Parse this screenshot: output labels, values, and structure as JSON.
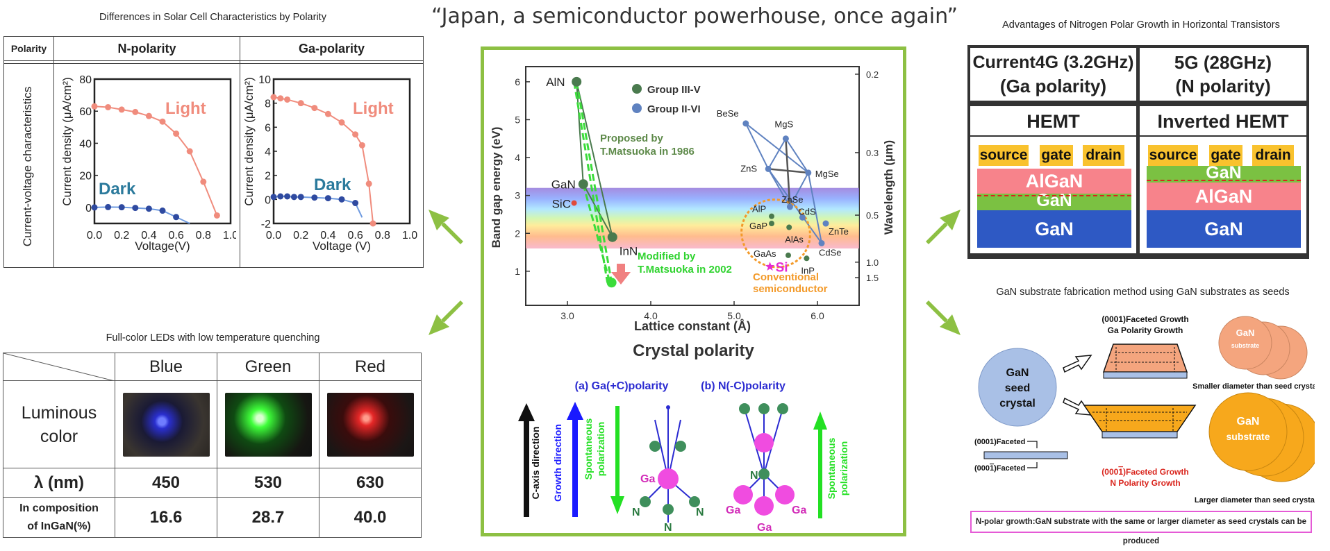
{
  "main_title": "“Japan, a semiconductor powerhouse, once again”",
  "solar": {
    "title": "Differences in Solar Cell Characteristics by Polarity",
    "polarity_header": "Polarity",
    "n_header": "N-polarity",
    "ga_header": "Ga-polarity",
    "row_label": "Current-voltage characteristics",
    "n_chart": {
      "type": "line",
      "ylabel": "Current density (μA/cm²)",
      "xlabel": "Voltage(V)",
      "xlim": [
        0.0,
        1.0
      ],
      "ylim": [
        -10,
        80
      ],
      "x_ticks": [
        "0.0",
        "0.2",
        "0.4",
        "0.6",
        "0.8",
        "1.0"
      ],
      "y_ticks": [
        "0",
        "20",
        "40",
        "60",
        "80"
      ],
      "series": [
        {
          "name": "Light",
          "color": "#f08c7d",
          "x": [
            0,
            0.1,
            0.2,
            0.3,
            0.4,
            0.5,
            0.6,
            0.7,
            0.8,
            0.9
          ],
          "y": [
            63,
            62.5,
            61,
            59.5,
            57,
            53.5,
            46,
            35,
            16,
            -5
          ]
        },
        {
          "name": "Dark",
          "color": "#2f4aa0",
          "x": [
            0,
            0.1,
            0.2,
            0.3,
            0.4,
            0.5,
            0.6,
            0.7
          ],
          "y": [
            0,
            0.2,
            0.1,
            -0.3,
            -0.8,
            -2,
            -6,
            -14
          ]
        }
      ]
    },
    "ga_chart": {
      "type": "line",
      "ylabel": "Current density (μA/cm²)",
      "xlabel": "Voltage (V)",
      "xlim": [
        0.0,
        1.0
      ],
      "ylim": [
        -2,
        10
      ],
      "x_ticks": [
        "0.0",
        "0.2",
        "0.4",
        "0.6",
        "0.8",
        "1.0"
      ],
      "y_ticks": [
        "-2",
        "0",
        "2",
        "4",
        "6",
        "8",
        "10"
      ],
      "series": [
        {
          "name": "Light",
          "color": "#f08c7d",
          "x": [
            0,
            0.05,
            0.1,
            0.2,
            0.3,
            0.4,
            0.5,
            0.6,
            0.65,
            0.7,
            0.73
          ],
          "y": [
            8.5,
            8.4,
            8.3,
            8.0,
            7.6,
            7.1,
            6.4,
            5.4,
            4.5,
            1.3,
            -2
          ]
        },
        {
          "name": "Dark",
          "color": "#2f4aa0",
          "x": [
            0,
            0.05,
            0.1,
            0.15,
            0.2,
            0.3,
            0.4,
            0.5,
            0.6,
            0.65
          ],
          "y": [
            0.2,
            0.25,
            0.25,
            0.2,
            0.2,
            0.15,
            0.1,
            0,
            -0.3,
            -1.5
          ]
        }
      ]
    }
  },
  "led": {
    "title": "Full-color LEDs with low temperature quenching",
    "headers": [
      "Blue",
      "Green",
      "Red"
    ],
    "row_luminous": "Luminous color",
    "row_lambda": "λ (nm)",
    "lambda_values": [
      "450",
      "530",
      "630"
    ],
    "row_composition_1": "In composition",
    "row_composition_2": "of InGaN(%)",
    "composition_values": [
      "16.6",
      "28.7",
      "40.0"
    ],
    "photo_colors": [
      "#3b4bff",
      "#3fff3a",
      "#ff3030"
    ]
  },
  "bandgap": {
    "type": "scatter",
    "ylabel": "Band gap energy  (eV)",
    "xlabel": "Lattice constant (Å)",
    "y2label": "Wavelength    (μm)",
    "xlim": [
      2.5,
      6.5
    ],
    "ylim": [
      0.1,
      6.4
    ],
    "x_ticks": [
      "3.0",
      "4.0",
      "5.0",
      "6.0"
    ],
    "y_ticks": [
      "1",
      "2",
      "3",
      "4",
      "5",
      "6"
    ],
    "y2_ticks": [
      {
        "label": "0.2",
        "at": 6.2
      },
      {
        "label": "0.3",
        "at": 4.13
      },
      {
        "label": "0.5",
        "at": 2.48
      },
      {
        "label": "1.0",
        "at": 1.24
      },
      {
        "label": "1.5",
        "at": 0.83
      }
    ],
    "legend": [
      "Group III-V",
      "Group II-VI"
    ],
    "group3_color": "#4a7a4e",
    "group2_color": "#5f82c0",
    "points_iii_v": [
      {
        "label": "AlN",
        "x": 3.11,
        "y": 6.0
      },
      {
        "label": "GaN",
        "x": 3.19,
        "y": 3.3
      },
      {
        "label": "InN",
        "x": 3.54,
        "y": 1.9
      },
      {
        "label": "AlP",
        "x": 5.45,
        "y": 2.45
      },
      {
        "label": "GaP",
        "x": 5.45,
        "y": 2.26
      },
      {
        "label": "AlAs",
        "x": 5.66,
        "y": 2.16
      },
      {
        "label": "GaAs",
        "x": 5.65,
        "y": 1.42
      },
      {
        "label": "InP",
        "x": 5.87,
        "y": 1.34
      }
    ],
    "points_ii_vi": [
      {
        "label": "BeSe",
        "x": 5.14,
        "y": 4.9
      },
      {
        "label": "MgS",
        "x": 5.62,
        "y": 4.5
      },
      {
        "label": "ZnS",
        "x": 5.41,
        "y": 3.7
      },
      {
        "label": "MgSe",
        "x": 5.89,
        "y": 3.6
      },
      {
        "label": "ZnSe",
        "x": 5.67,
        "y": 2.7
      },
      {
        "label": "CdS",
        "x": 5.82,
        "y": 2.42
      },
      {
        "label": "ZnTe",
        "x": 6.1,
        "y": 2.26
      },
      {
        "label": "CdSe",
        "x": 6.05,
        "y": 1.74
      }
    ],
    "sic": {
      "label": "SiC",
      "x": 3.08,
      "y": 2.8
    },
    "si": {
      "label": "Si",
      "x": 5.43,
      "y": 1.12
    },
    "proposed_text_1": "Proposed by",
    "proposed_text_2": "T.Matsuoka in 1986",
    "modified_text_1": "Modified by",
    "modified_text_2": "T.Matsuoka in 2002",
    "conventional_text_1": "Conventional",
    "conventional_text_2": "semiconductor"
  },
  "crystal": {
    "title": "Crystal polarity",
    "ga_label": "(a) Ga(+C)polarity",
    "n_label": "(b) N(-C)polarity",
    "c_axis": "C-axis direction",
    "growth": "Growth direction",
    "spont_1": "Spontaneous",
    "spont_2": "polarization",
    "atom_ga": "Ga",
    "atom_n": "N"
  },
  "transistor": {
    "title": "Advantages of Nitrogen Polar Growth in Horizontal Transistors",
    "left_header_1": "Current4G (3.2GHz)",
    "left_header_2": "(Ga polarity)",
    "right_header_1": "5G (28GHz)",
    "right_header_2": "(N polarity)",
    "left_type": "HEMT",
    "right_type": "Inverted HEMT",
    "source": "source",
    "gate": "gate",
    "drain": "drain",
    "algan": "AlGaN",
    "gan": "GaN"
  },
  "substrate": {
    "title": "GaN substrate fabrication method using GaN substrates as seeds",
    "seed_1": "GaN",
    "seed_2": "seed",
    "seed_3": "crystal",
    "ga_growth_1": "(0001)Faceted Growth",
    "ga_growth_2": "Ga Polarity Growth",
    "n_growth_1": "(000",
    "n_growth_bar": "1",
    "n_growth_2": ")Faceted Growth",
    "n_growth_3": "N Polarity Growth",
    "faceted_top": "(0001)Faceted",
    "faceted_bottom_1": "(000",
    "faceted_bottom_bar": "1",
    "faceted_bottom_2": ")Faceted",
    "small_gan": "GaN",
    "small_substrate": "substrate",
    "big_gan": "GaN",
    "big_substrate": "substrate",
    "smaller_text": "Smaller diameter than seed crystals",
    "larger_text": "Larger diameter than seed crystals",
    "note": "N-polar growth:GaN substrate with the same or larger diameter as seed crystals can be produced"
  }
}
